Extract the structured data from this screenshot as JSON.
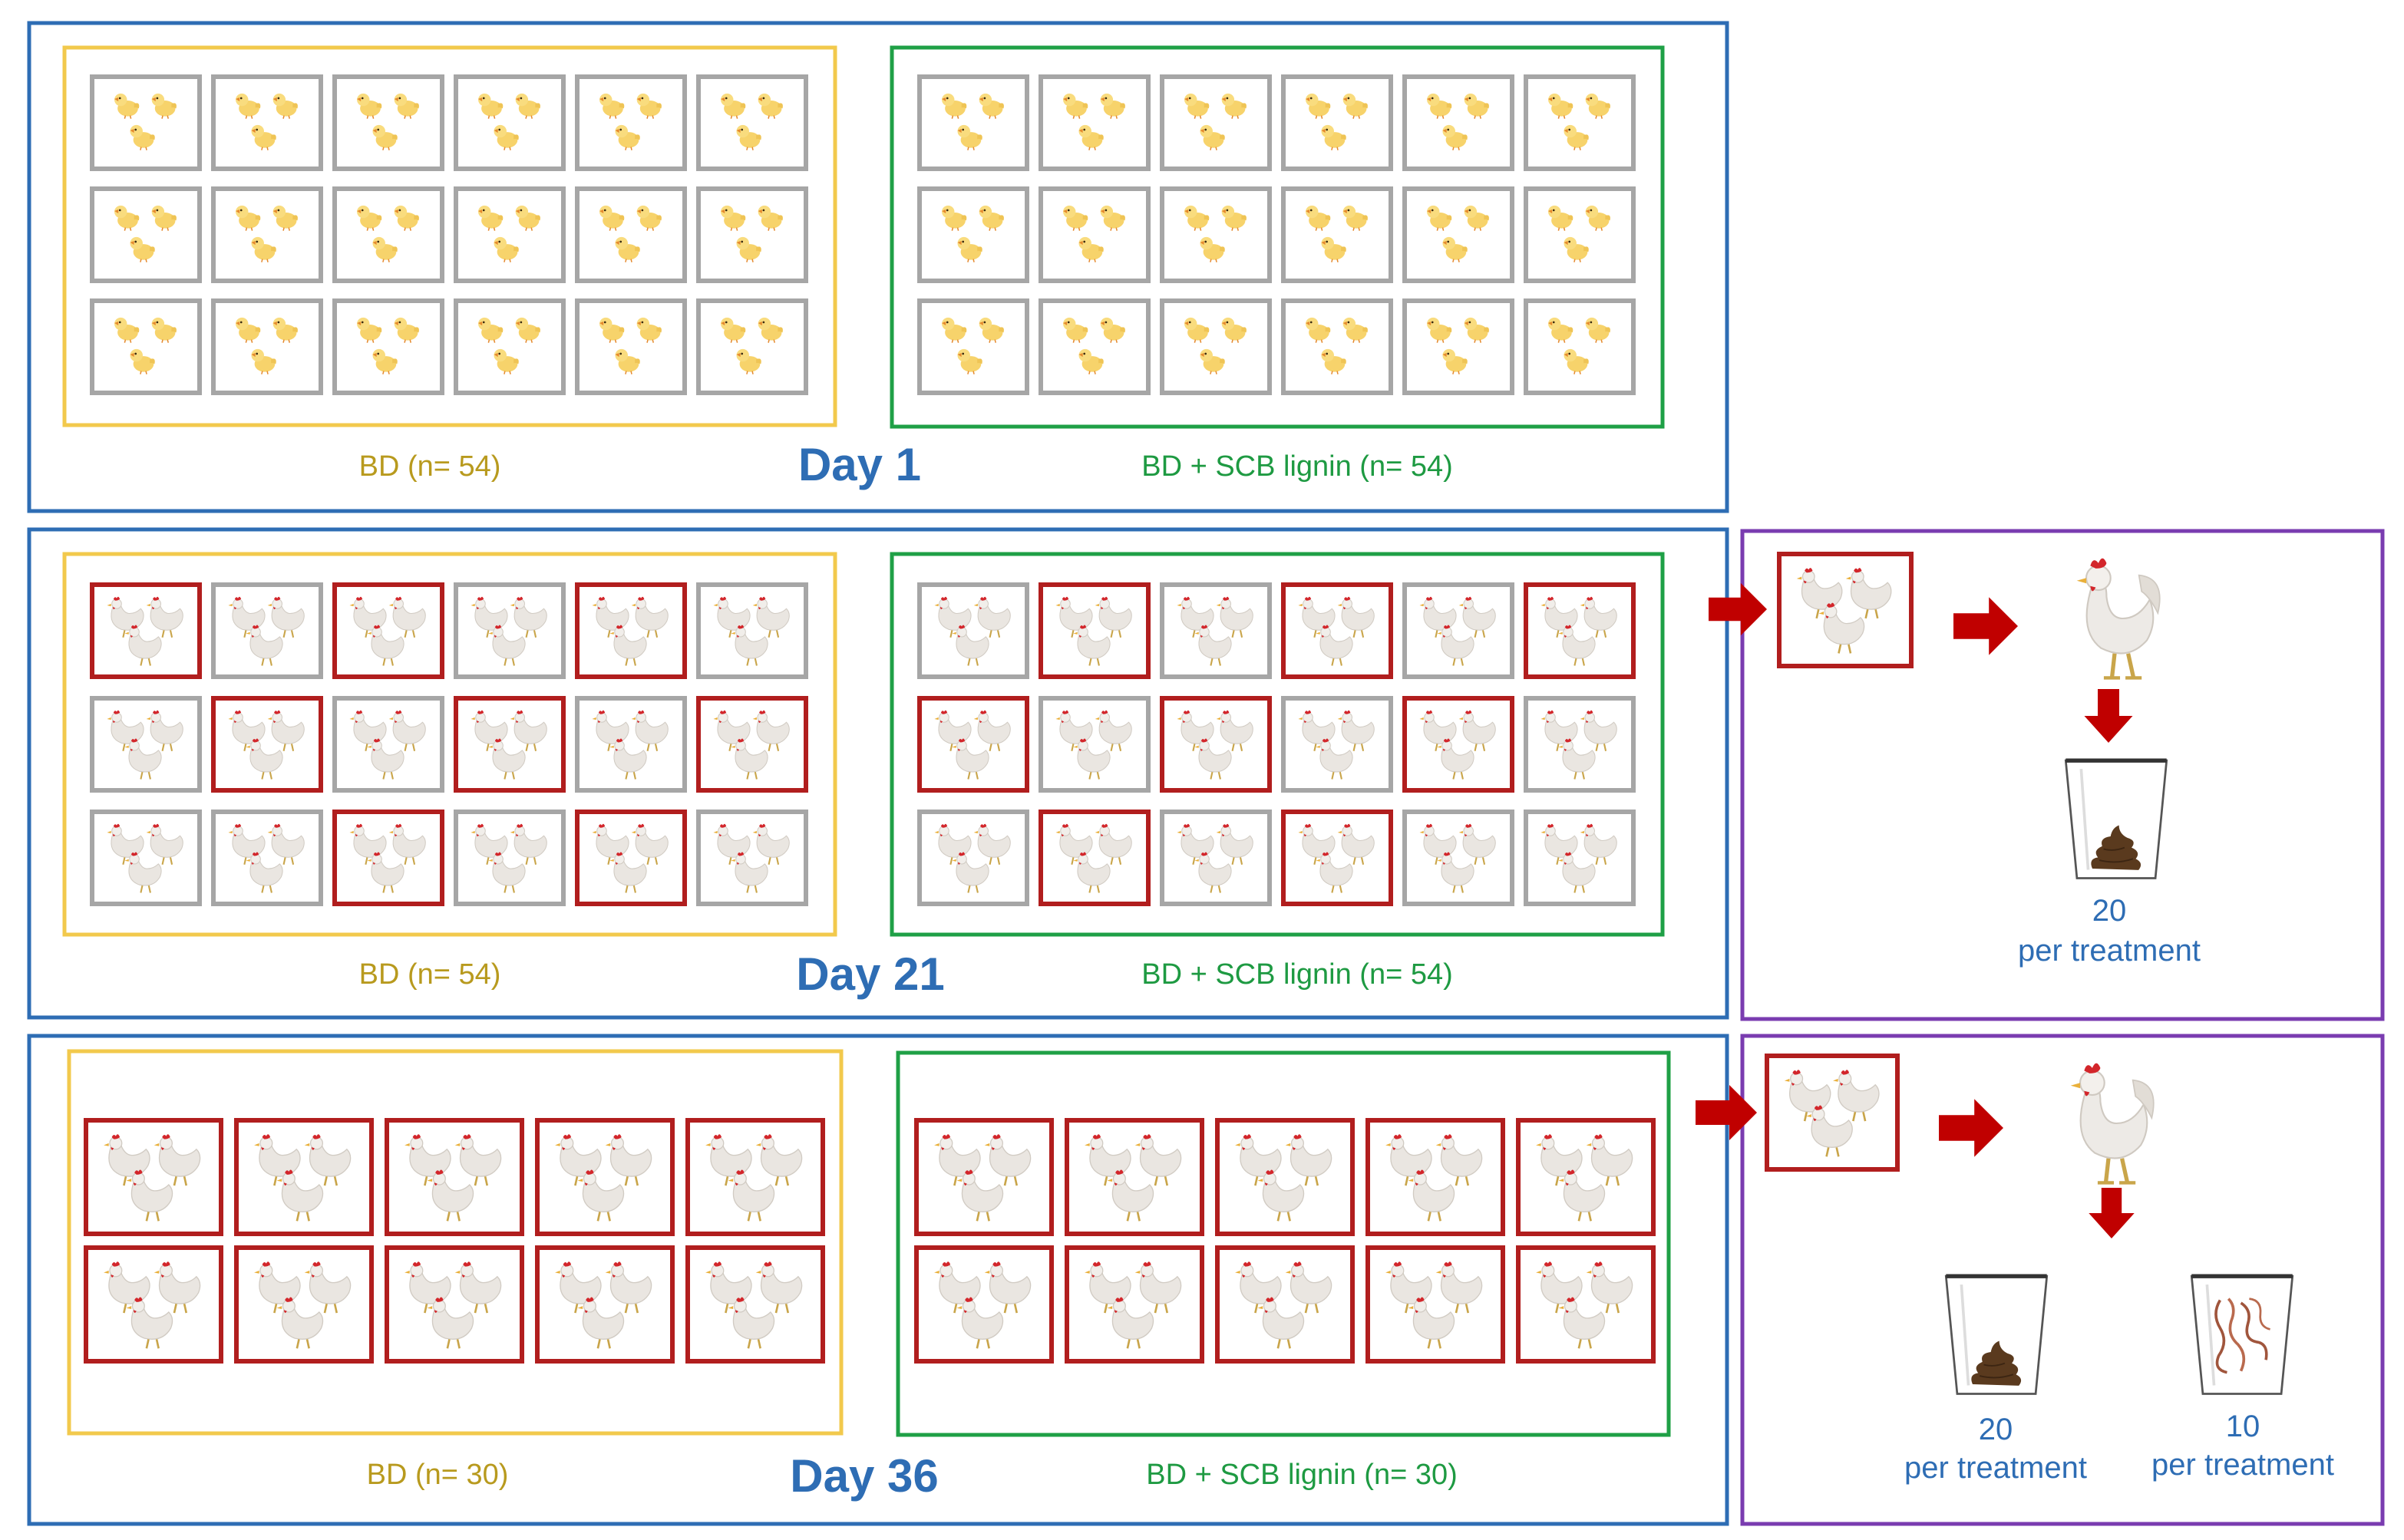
{
  "colors": {
    "day_frame": "#2E6DB4",
    "bd_frame": "#F2C94C",
    "lignin_frame": "#1FA046",
    "sample_frame": "#7A3CB0",
    "selected_cage": "#B11E1E",
    "regular_cage": "#A6A6A6",
    "arrow": "#C00000",
    "chick": "#F7D36B",
    "hen": "#E9E5E0",
    "bd_text": "#B89A1E",
    "lignin_text": "#1E9A42",
    "day_text": "#2E6DB4",
    "count_text": "#2E6DB4"
  },
  "icons": {
    "cage": "cage-icon",
    "chick": "chick-icon",
    "hen": "hen-icon",
    "rooster": "rooster-icon",
    "arrow": "arrow-right-icon",
    "cup_feces": "feces-cup-icon",
    "cup_intestine": "intestine-cup-icon"
  },
  "panels": [
    {
      "day_label": "Day 1",
      "bd_label": "BD (n= 54)",
      "lignin_label": "BD + SCB lignin (n= 54)",
      "animal": "chick",
      "rows": 3,
      "cols": 6,
      "bd_selected": [],
      "lignin_selected": []
    },
    {
      "day_label": "Day 21",
      "bd_label": "BD (n= 54)",
      "lignin_label": "BD + SCB lignin (n= 54)",
      "animal": "hen",
      "rows": 3,
      "cols": 6,
      "bd_selected": [
        [
          0,
          0
        ],
        [
          0,
          2
        ],
        [
          0,
          4
        ],
        [
          1,
          1
        ],
        [
          1,
          3
        ],
        [
          1,
          5
        ],
        [
          2,
          2
        ],
        [
          2,
          4
        ]
      ],
      "lignin_selected": [
        [
          0,
          1
        ],
        [
          0,
          3
        ],
        [
          0,
          5
        ],
        [
          1,
          0
        ],
        [
          1,
          2
        ],
        [
          1,
          4
        ],
        [
          2,
          1
        ],
        [
          2,
          3
        ]
      ]
    },
    {
      "day_label": "Day 36",
      "bd_label": "BD (n= 30)",
      "lignin_label": "BD + SCB lignin (n= 30)",
      "animal": "hen",
      "rows": 2,
      "cols": 5,
      "bd_selected": "all",
      "lignin_selected": "all"
    }
  ],
  "sampling": [
    {
      "cups": [
        {
          "kind": "feces",
          "count": "20",
          "unit": "per treatment"
        }
      ]
    },
    {
      "cups": [
        {
          "kind": "feces",
          "count": "20",
          "unit": "per treatment"
        },
        {
          "kind": "intestine",
          "count": "10",
          "unit": "per treatment"
        }
      ]
    }
  ]
}
